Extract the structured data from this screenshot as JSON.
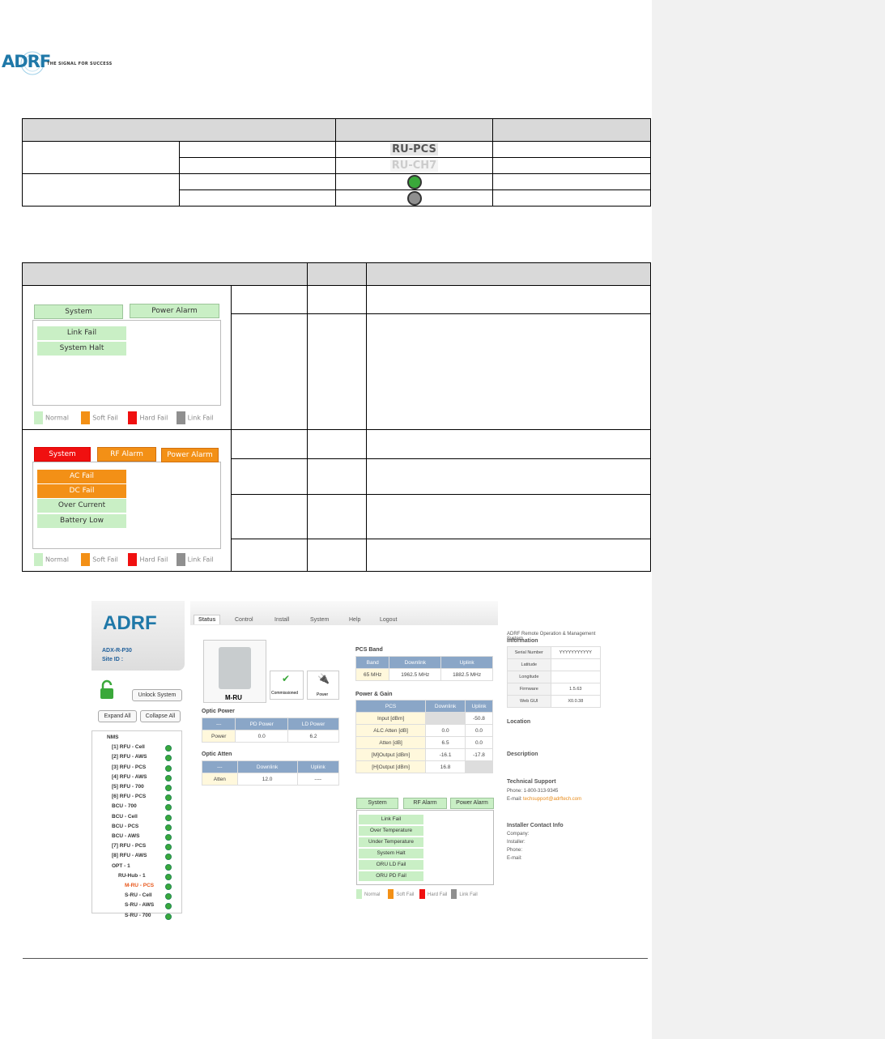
{
  "logo": {
    "text": "ADRF",
    "tagline": "THE SIGNAL FOR SUCCESS"
  },
  "table1": {
    "rows": [
      {
        "label": "RU-PCS",
        "dim": false
      },
      {
        "label": "RU-CH7",
        "dim": true
      }
    ]
  },
  "table2": {
    "box1": {
      "tabs": [
        "System",
        "Power Alarm"
      ],
      "items": [
        "Link Fail",
        "System Halt"
      ]
    },
    "box2": {
      "tabs": [
        "System",
        "RF Alarm",
        "Power Alarm"
      ],
      "items": [
        "AC Fail",
        "DC Fail",
        "Over Current",
        "Battery Low"
      ]
    },
    "legend": [
      "Normal",
      "Soft Fail",
      "Hard Fail",
      "Link Fail"
    ]
  },
  "screenshot": {
    "nav": [
      "Status",
      "Control",
      "Install",
      "System",
      "Help",
      "Logout"
    ],
    "brand": "ADRF",
    "device": "ADX-R-P30",
    "site_id": "Site ID :",
    "unlock_label": "Unlock System",
    "expand_label": "Expand All",
    "collapse_label": "Collapse All",
    "tree": [
      "NMS",
      "[1] RFU - Cell",
      "[2] RFU - AWS",
      "[3] RFU - PCS",
      "[4] RFU - AWS",
      "[5] RFU - 700",
      "[6] RFU - PCS",
      "BCU - 700",
      "BCU - Cell",
      "BCU - PCS",
      "BCU - AWS",
      "[7] RFU - PCS",
      "[8] RFU - AWS",
      "OPT - 1",
      "RU-Hub - 1",
      "M-RU - PCS",
      "S-RU - Cell",
      "S-RU - AWS",
      "S-RU - 700"
    ],
    "mru_label": "M-RU",
    "commissioned": "Commissioned",
    "power": "Power",
    "optic_power": {
      "title": "Optic Power",
      "headers": [
        "---",
        "PD Power",
        "LD Power"
      ],
      "row": [
        "Power",
        "0.0",
        "6.2"
      ]
    },
    "optic_atten": {
      "title": "Optic Atten",
      "headers": [
        "---",
        "Downlink",
        "Uplink"
      ],
      "row": [
        "Atten",
        "12.0",
        "----"
      ]
    },
    "pcs_band": {
      "title": "PCS Band",
      "headers": [
        "Band",
        "Downlink",
        "Uplink"
      ],
      "row": [
        "65 MHz",
        "1962.5 MHz",
        "1882.5 MHz"
      ]
    },
    "power_gain": {
      "title": "Power & Gain",
      "headers": [
        "PCS",
        "Downlink",
        "Uplink"
      ],
      "rows": [
        [
          "Input [dBm]",
          "",
          "-50.8"
        ],
        [
          "ALC Atten [dB]",
          "0.0",
          "0.0"
        ],
        [
          "Atten [dB]",
          "6.5",
          "0.0"
        ],
        [
          "[M]Output [dBm]",
          "-16.1",
          "-17.8"
        ],
        [
          "[H]Output [dBm]",
          "16.8",
          ""
        ]
      ]
    },
    "alarm_tabs": [
      "System",
      "RF Alarm",
      "Power Alarm"
    ],
    "alarm_items": [
      "Link Fail",
      "Over Temperature",
      "Under Temperature",
      "System Halt",
      "ORU LD Fail",
      "ORU PD Fail"
    ],
    "info_title": "ADRF Remote Operation & Management System",
    "info_heading": "Information",
    "info_rows": [
      [
        "Serial Number",
        "YYYYYYYYYYY"
      ],
      [
        "Latitude",
        ""
      ],
      [
        "Longitude",
        ""
      ],
      [
        "Firmware",
        "1.5.63"
      ],
      [
        "Web GUI",
        "X0.0.38"
      ]
    ],
    "location": "Location",
    "description": "Description",
    "tech_support": "Technical Support",
    "phone": "Phone: 1-800-313-9345",
    "email_label": "E-mail:",
    "email": "techsupport@adrftech.com",
    "installer": "Installer Contact Info",
    "installer_fields": [
      "Company:",
      "Installer:",
      "Phone:",
      "E-mail:"
    ]
  }
}
